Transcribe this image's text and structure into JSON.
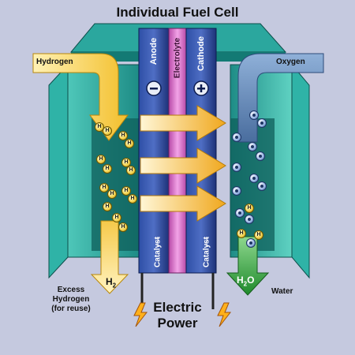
{
  "title": "Individual Fuel Cell",
  "labels": {
    "hydrogen": "Hydrogen",
    "oxygen": "Oxygen",
    "anode": "Anode",
    "electrolyte": "Electrolyte",
    "cathode": "Cathode",
    "catalyst_left": "Catalyst",
    "catalyst_right": "Catalyst",
    "excess_line1": "Excess",
    "excess_line2": "Hydrogen",
    "excess_line3": "(for reuse)",
    "water": "Water",
    "power_line1": "Electric",
    "power_line2": "Power",
    "h2_sym": "H",
    "h2_sub": "2",
    "h2o_h": "H",
    "h2o_sub": "2",
    "h2o_o": "O",
    "h_atom": "H"
  },
  "colors": {
    "background": "#c5c9df",
    "anode_plate": "#2a3f8f",
    "cathode_plate": "#2a3f8f",
    "electrolyte": "#d867c8",
    "hydrogen_arrow": "#f6c84b",
    "proton_arrow": "#f5b52a",
    "oxygen_pipe": "#5d7fae",
    "water_arrow": "#2e9c3c",
    "housing": "#1e8c86"
  },
  "icons": [
    "minus-terminal-icon",
    "plus-terminal-icon",
    "lightning-icon"
  ]
}
